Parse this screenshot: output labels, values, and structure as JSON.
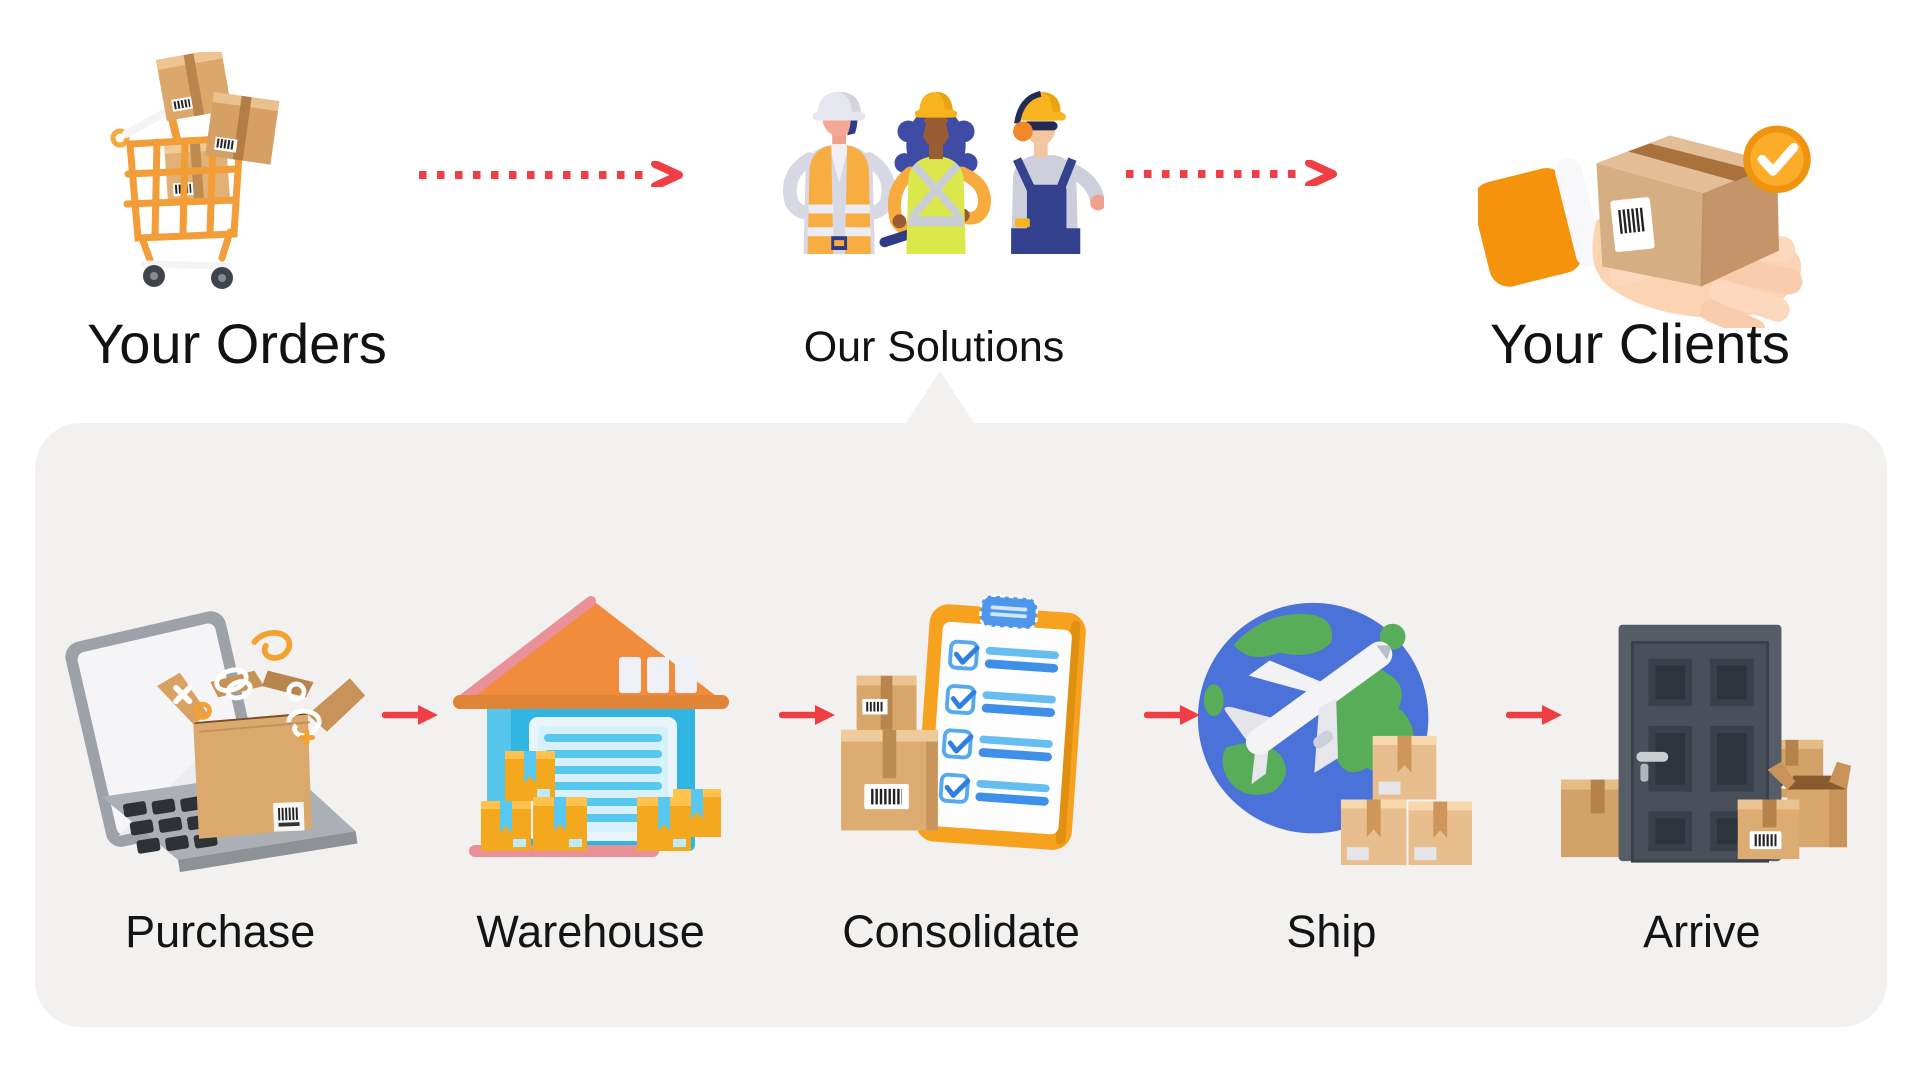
{
  "palette": {
    "background": "#FFFFFF",
    "panel_bg": "#F2F1EF",
    "arrow_red": "#EF3E44",
    "text_color": "#141414",
    "cardboard_tan": "#D9A76C",
    "accent_orange": "#F5A623",
    "warehouse_blue": "#35B7E5",
    "checklist_blue": "#3E8FE8",
    "globe_blue": "#4A72D8",
    "globe_green": "#58AE58",
    "door_gray": "#4A505A"
  },
  "top_flow": {
    "orders": {
      "label": "Your Orders",
      "icon": "shopping-cart-boxes-icon"
    },
    "solutions": {
      "label": "Our Solutions",
      "icon": "warehouse-team-icon"
    },
    "clients": {
      "label": "Your Clients",
      "icon": "hand-delivering-box-icon"
    },
    "arrow_style": "dotted-red"
  },
  "process_panel": {
    "steps": [
      {
        "label": "Purchase",
        "icon": "laptop-open-box-icon"
      },
      {
        "label": "Warehouse",
        "icon": "warehouse-building-icon"
      },
      {
        "label": "Consolidate",
        "icon": "checklist-boxes-icon"
      },
      {
        "label": "Ship",
        "icon": "globe-airplane-icon"
      },
      {
        "label": "Arrive",
        "icon": "door-boxes-icon"
      }
    ],
    "arrow_style": "solid-red"
  }
}
